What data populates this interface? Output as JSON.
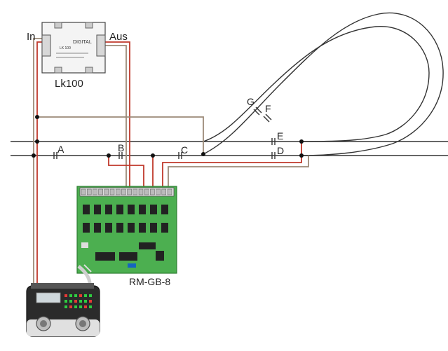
{
  "lk100": {
    "title": "Lk100",
    "in_label": "In",
    "out_label": "Aus",
    "brand_text": "DIGITAL",
    "model_text": "LK 100"
  },
  "board": {
    "label": "RM-GB-8"
  },
  "section_labels": {
    "a": "A",
    "b": "B",
    "c": "C",
    "d": "D",
    "e": "E",
    "f": "F",
    "g": "G"
  },
  "colors": {
    "rail": "#333333",
    "red_wire": "#c0392b",
    "brown_wire": "#9c8a78",
    "board_green": "#4caf50",
    "board_dark": "#2e7d32",
    "module_body": "#f4f4f4",
    "controller_body": "#2b2b2b",
    "led_green": "#2ecc40",
    "led_red": "#e53935"
  }
}
